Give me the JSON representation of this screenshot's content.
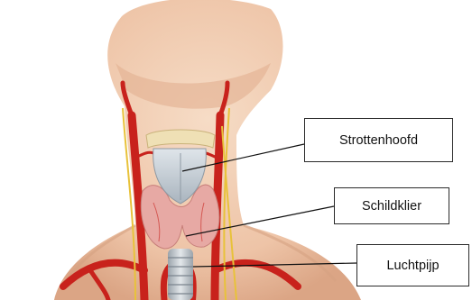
{
  "labels": {
    "larynx": "Strottenhoofd",
    "thyroid": "Schildklier",
    "trachea": "Luchtpijp"
  },
  "colors": {
    "skin": "#f1cdb3",
    "skin_shadow": "#d9a98a",
    "artery": "#c8221c",
    "nerve": "#e8c23a",
    "thyroid": "#e7a9a4",
    "larynx_cartilage": "#c9d1d8",
    "hyoid": "#efe0b5",
    "leader_line": "#111111"
  }
}
